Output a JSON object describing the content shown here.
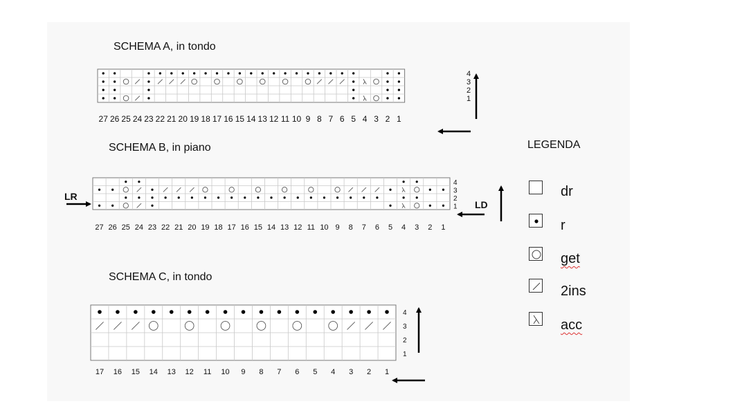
{
  "schemas": [
    {
      "id": "A",
      "title": "SCHEMA A, in tondo",
      "col_labels": [
        "27",
        "26",
        "25",
        "24",
        "23",
        "22",
        "21",
        "20",
        "19",
        "18",
        "17",
        "16",
        "15",
        "14",
        "13",
        "12",
        "11",
        "10",
        "9",
        "8",
        "7",
        "6",
        "5",
        "4",
        "3",
        "2",
        "1"
      ],
      "row_labels": [
        "4",
        "3",
        "2",
        "1"
      ],
      "rows": [
        [
          "r",
          "r",
          "",
          "",
          "r",
          "r",
          "r",
          "r",
          "r",
          "r",
          "r",
          "r",
          "r",
          "r",
          "r",
          "r",
          "r",
          "r",
          "r",
          "r",
          "r",
          "r",
          "r",
          "",
          "",
          "r",
          "r"
        ],
        [
          "r",
          "r",
          "get",
          "2ins",
          "r",
          "2ins",
          "2ins",
          "2ins",
          "get",
          "",
          "get",
          "",
          "get",
          "",
          "get",
          "",
          "get",
          "",
          "get",
          "2ins",
          "2ins",
          "2ins",
          "r",
          "acc",
          "get",
          "r",
          "r"
        ],
        [
          "r",
          "r",
          "",
          "",
          "r",
          "",
          "",
          "",
          "",
          "",
          "",
          "",
          "",
          "",
          "",
          "",
          "",
          "",
          "",
          "",
          "",
          "",
          "r",
          "",
          "",
          "r",
          "r"
        ],
        [
          "r",
          "r",
          "get",
          "2ins",
          "r",
          "",
          "",
          "",
          "",
          "",
          "",
          "",
          "",
          "",
          "",
          "",
          "",
          "",
          "",
          "",
          "",
          "",
          "r",
          "acc",
          "get",
          "r",
          "r"
        ]
      ]
    },
    {
      "id": "B",
      "title": "SCHEMA B, in piano",
      "side_left": "LR",
      "side_right": "LD",
      "col_labels": [
        "27",
        "26",
        "25",
        "24",
        "23",
        "22",
        "21",
        "20",
        "19",
        "18",
        "17",
        "16",
        "15",
        "14",
        "13",
        "12",
        "11",
        "10",
        "9",
        "8",
        "7",
        "6",
        "5",
        "4",
        "3",
        "2",
        "1"
      ],
      "row_labels": [
        "4",
        "3",
        "2",
        "1"
      ],
      "rows": [
        [
          "",
          "",
          "r",
          "r",
          "",
          "",
          "",
          "",
          "",
          "",
          "",
          "",
          "",
          "",
          "",
          "",
          "",
          "",
          "",
          "",
          "",
          "",
          "",
          "r",
          "r",
          "",
          ""
        ],
        [
          "r",
          "r",
          "get",
          "2ins",
          "r",
          "2ins",
          "2ins",
          "2ins",
          "get",
          "",
          "get",
          "",
          "get",
          "",
          "get",
          "",
          "get",
          "",
          "get",
          "2ins",
          "2ins",
          "2ins",
          "r",
          "acc",
          "get",
          "r",
          "r"
        ],
        [
          "",
          "",
          "r",
          "r",
          "r",
          "r",
          "r",
          "r",
          "r",
          "r",
          "r",
          "r",
          "r",
          "r",
          "r",
          "r",
          "r",
          "r",
          "r",
          "r",
          "r",
          "r",
          "",
          "r",
          "r",
          "",
          ""
        ],
        [
          "r",
          "r",
          "get",
          "2ins",
          "r",
          "",
          "",
          "",
          "",
          "",
          "",
          "",
          "",
          "",
          "",
          "",
          "",
          "",
          "",
          "",
          "",
          "",
          "r",
          "acc",
          "get",
          "r",
          "r"
        ]
      ]
    },
    {
      "id": "C",
      "title": "SCHEMA C, in tondo",
      "col_labels": [
        "17",
        "16",
        "15",
        "14",
        "13",
        "12",
        "11",
        "10",
        "9",
        "8",
        "7",
        "6",
        "5",
        "4",
        "3",
        "2",
        "1"
      ],
      "row_labels": [
        "4",
        "3",
        "2",
        "1"
      ],
      "rows": [
        [
          "r",
          "r",
          "r",
          "r",
          "r",
          "r",
          "r",
          "r",
          "r",
          "r",
          "r",
          "r",
          "r",
          "r",
          "r",
          "r",
          "r"
        ],
        [
          "2ins",
          "2ins",
          "2ins",
          "get",
          "",
          "get",
          "",
          "get",
          "",
          "get",
          "",
          "get",
          "",
          "get",
          "2ins",
          "2ins",
          "2ins"
        ],
        [
          "",
          "",
          "",
          "",
          "",
          "",
          "",
          "",
          "",
          "",
          "",
          "",
          "",
          "",
          "",
          "",
          ""
        ],
        [
          "",
          "",
          "",
          "",
          "",
          "",
          "",
          "",
          "",
          "",
          "",
          "",
          "",
          "",
          "",
          "",
          ""
        ]
      ]
    }
  ],
  "legend": {
    "title": "LEGENDA",
    "items": [
      {
        "symbol": "dr",
        "label": "dr"
      },
      {
        "symbol": "r",
        "label": "r"
      },
      {
        "symbol": "get",
        "label": "get"
      },
      {
        "symbol": "2ins",
        "label": "2ins"
      },
      {
        "symbol": "acc",
        "label": "acc"
      }
    ]
  }
}
